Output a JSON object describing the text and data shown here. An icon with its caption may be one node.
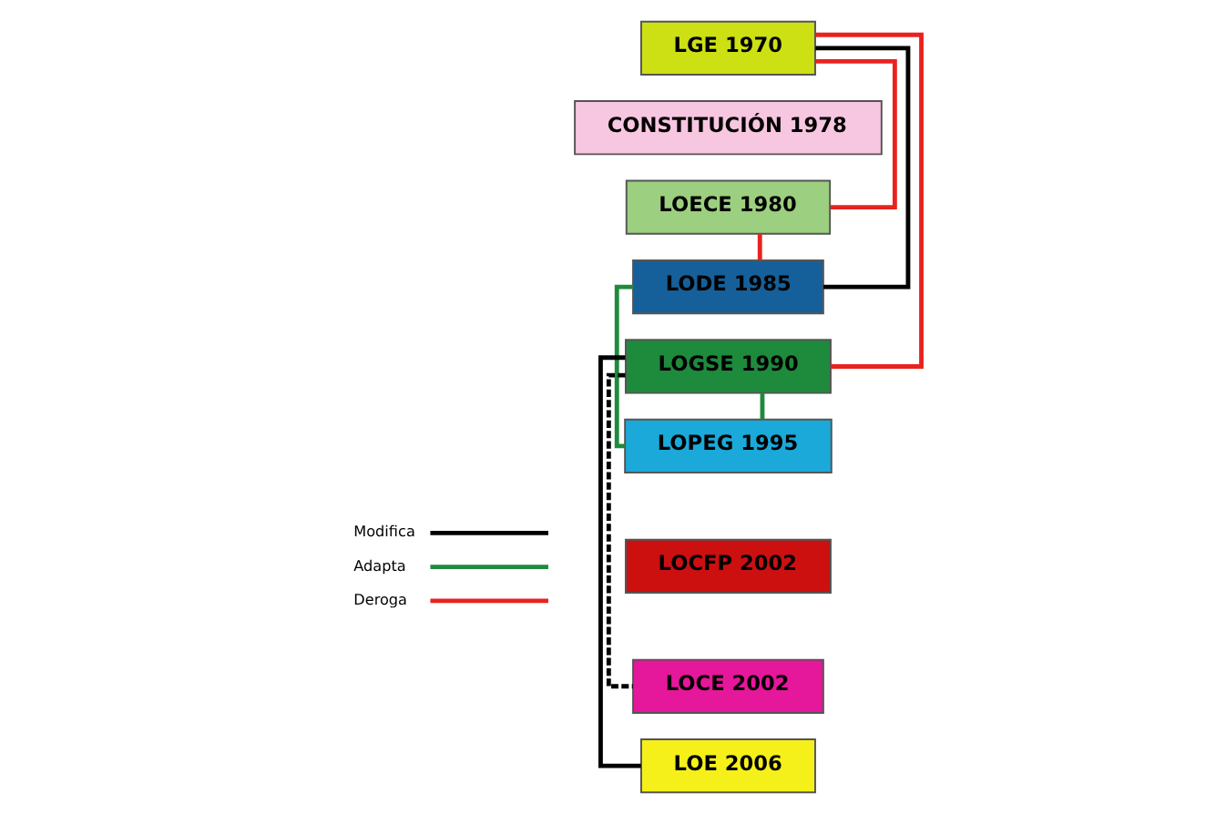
{
  "diagram": {
    "nodes": [
      {
        "text": [
          "LGE 1970"
        ]
      },
      {
        "text": [
          "CONSTITUCIÓN 1978"
        ]
      },
      {
        "text": [
          "LOECE 1980"
        ]
      },
      {
        "text": [
          "LODE 1985"
        ]
      },
      {
        "text": [
          "LOGSE 1990"
        ]
      },
      {
        "text": [
          "LOPEG 1995"
        ]
      },
      {
        "text": [
          "LOCFP 2002"
        ]
      },
      {
        "text": [
          "LOCE 2002"
        ]
      },
      {
        "text": [
          "LOE 2006"
        ]
      }
    ],
    "edges": [
      {
        "from": 0,
        "to": 2,
        "arrow": "none",
        "color": "#e8231f"
      },
      {
        "from": 0,
        "to": 3,
        "arrow": "none",
        "color": "#000000"
      },
      {
        "from": 0,
        "to": 4,
        "arrow": "none",
        "color": "#e8231f"
      },
      {
        "from": 2,
        "to": 3,
        "arrow": "none",
        "color": "#e8231f"
      },
      {
        "from": 3,
        "to": 5,
        "arrow": "none",
        "color": "#1e8a3c"
      },
      {
        "from": 4,
        "to": 5,
        "arrow": "none",
        "color": "#1e8a3c"
      },
      {
        "from": 4,
        "to": 7,
        "arrow": "none",
        "style": "dashed",
        "color": "#000000"
      },
      {
        "from": 4,
        "to": 8,
        "arrow": "none",
        "color": "#000000"
      }
    ],
    "legend": [
      {
        "text": "Modifica"
      },
      {
        "text": "Adapta"
      },
      {
        "text": "Deroga"
      }
    ]
  }
}
